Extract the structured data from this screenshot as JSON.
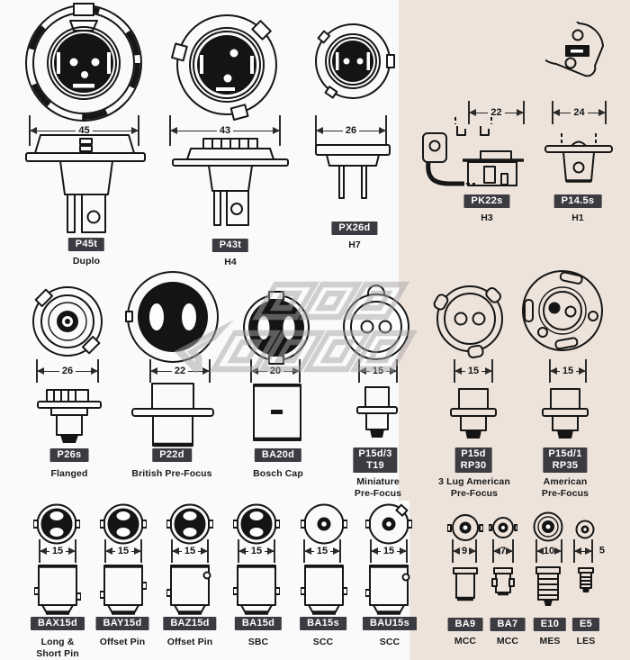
{
  "colors": {
    "page_bg": "#f9fafa",
    "panel_bg": "#eee3db",
    "badge_bg": "#3b3b41",
    "badge_text": "#ffffff",
    "line_ink": "#161616",
    "watermark": "#a8a4a4"
  },
  "bulbs": [
    {
      "code": "P45t",
      "caption": "Duplo",
      "dim": "45"
    },
    {
      "code": "P43t",
      "caption": "H4",
      "dim": "43"
    },
    {
      "code": "PX26d",
      "caption": "H7",
      "dim": "26"
    },
    {
      "code": "PK22s",
      "caption": "H3",
      "dim": "22"
    },
    {
      "code": "P14.5s",
      "caption": "H1",
      "dim": "24"
    },
    {
      "code": "P26s",
      "caption": "Flanged",
      "dim": "26"
    },
    {
      "code": "P22d",
      "caption": "British Pre-Focus",
      "dim": "22"
    },
    {
      "code": "BA20d",
      "caption": "Bosch Cap",
      "dim": "20"
    },
    {
      "code": "P15d/3",
      "code2": "T19",
      "caption": "Miniature\nPre-Focus",
      "dim": "15"
    },
    {
      "code": "P15d",
      "code2": "RP30",
      "caption": "3 Lug American\nPre-Focus",
      "dim": "15"
    },
    {
      "code": "P15d/1",
      "code2": "RP35",
      "caption": "American\nPre-Focus",
      "dim": "15"
    },
    {
      "code": "BAX15d",
      "caption": "Long &\nShort Pin",
      "dim": "15"
    },
    {
      "code": "BAY15d",
      "caption": "Offset Pin",
      "dim": "15"
    },
    {
      "code": "BAZ15d",
      "caption": "Offset Pin",
      "dim": "15"
    },
    {
      "code": "BA15d",
      "caption": "SBC",
      "dim": "15"
    },
    {
      "code": "BA15s",
      "caption": "SCC",
      "dim": "15"
    },
    {
      "code": "BAU15s",
      "caption": "SCC",
      "dim": "15"
    },
    {
      "code": "BA9",
      "caption": "MCC",
      "dim": "9"
    },
    {
      "code": "BA7",
      "caption": "MCC",
      "dim": "7"
    },
    {
      "code": "E10",
      "caption": "MES",
      "dim": "10"
    },
    {
      "code": "E5",
      "caption": "LES",
      "dim": "5"
    }
  ]
}
